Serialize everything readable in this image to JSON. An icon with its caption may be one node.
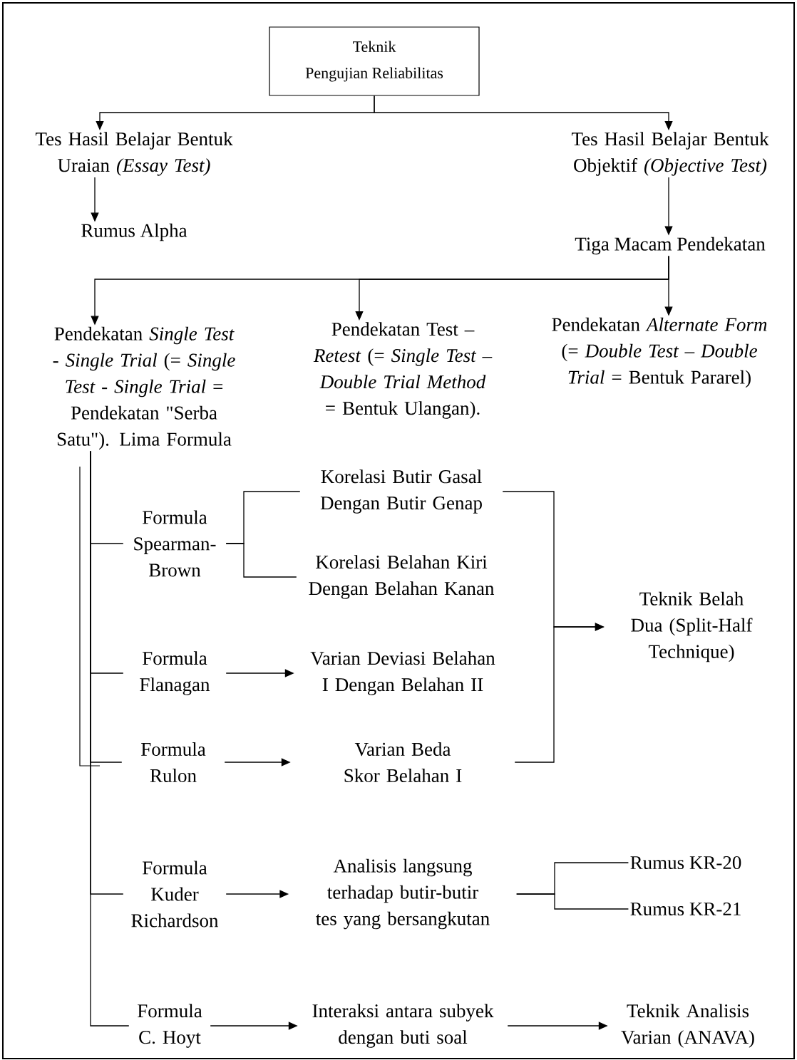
{
  "diagram": {
    "nodes": [
      {
        "text": [
          "Teknik",
          "Pengujian Reliabilitas"
        ]
      },
      {
        "text": [
          "Tes Hasil Belajar Bentuk Uraian *(Essay Test)*"
        ]
      },
      {
        "text": [
          "Tes Hasil Belajar Bentuk Objektif *(Objective Test)*"
        ]
      },
      {
        "text": [
          "Rumus Alpha"
        ]
      },
      {
        "text": [
          "Tiga Macam Pendekatan"
        ]
      },
      {
        "text": [
          "Pendekatan *Single Test - Single Trial* (= *Single Test - Single Trial* = Pendekatan \"Serba Satu\"). Lima Formula"
        ]
      },
      {
        "text": [
          "Pendekatan Test – *Retest* (= *Single Test – Double Trial Method* = Bentuk Ulangan)."
        ]
      },
      {
        "text": [
          "Pendekatan *Alternate Form* (= *Double Test – Double Trial* = Bentuk Pararel)"
        ]
      },
      {
        "text": [
          "Formula Spearman-Brown"
        ]
      },
      {
        "text": [
          "Korelasi Butir Gasal Dengan Butir Genap"
        ]
      },
      {
        "text": [
          "Korelasi Belahan Kiri Dengan Belahan Kanan"
        ]
      },
      {
        "text": [
          "Formula Flanagan"
        ]
      },
      {
        "text": [
          "Varian Deviasi Belahan I Dengan Belahan II"
        ]
      },
      {
        "text": [
          "Formula Rulon"
        ]
      },
      {
        "text": [
          "Varian Beda Skor Belahan I"
        ]
      },
      {
        "text": [
          "Teknik Belah Dua (Split-Half Technique)"
        ]
      },
      {
        "text": [
          "Formula Kuder Richardson"
        ]
      },
      {
        "text": [
          "Analisis langsung terhadap butir-butir tes yang bersangkutan"
        ]
      },
      {
        "text": [
          "Rumus KR-20"
        ]
      },
      {
        "text": [
          "Rumus KR-21"
        ]
      },
      {
        "text": [
          "Formula C. Hoyt"
        ]
      },
      {
        "text": [
          "Interaksi antara subyek dengan buti soal"
        ]
      },
      {
        "text": [
          "Teknik Analisis Varian (ANAVA)"
        ]
      }
    ],
    "edges": [
      {
        "from": 0,
        "to": 1,
        "arrow": "to"
      },
      {
        "from": 0,
        "to": 2,
        "arrow": "to"
      },
      {
        "from": 1,
        "to": 3,
        "arrow": "to"
      },
      {
        "from": 2,
        "to": 4,
        "arrow": "to"
      },
      {
        "from": 4,
        "to": 5,
        "arrow": "to"
      },
      {
        "from": 4,
        "to": 6,
        "arrow": "to"
      },
      {
        "from": 4,
        "to": 7,
        "arrow": "to"
      },
      {
        "from": 5,
        "to": 8,
        "arrow": "none"
      },
      {
        "from": 5,
        "to": 11,
        "arrow": "none"
      },
      {
        "from": 5,
        "to": 13,
        "arrow": "none"
      },
      {
        "from": 5,
        "to": 16,
        "arrow": "none"
      },
      {
        "from": 5,
        "to": 20,
        "arrow": "none"
      },
      {
        "from": 8,
        "to": 9,
        "arrow": "none"
      },
      {
        "from": 8,
        "to": 10,
        "arrow": "none"
      },
      {
        "from": 11,
        "to": 12,
        "arrow": "to"
      },
      {
        "from": 13,
        "to": 14,
        "arrow": "to"
      },
      {
        "from": 9,
        "to": 15,
        "arrow": "to"
      },
      {
        "from": 14,
        "to": 15,
        "arrow": "to"
      },
      {
        "from": 16,
        "to": 17,
        "arrow": "to"
      },
      {
        "from": 17,
        "to": 18,
        "arrow": "none"
      },
      {
        "from": 17,
        "to": 19,
        "arrow": "none"
      },
      {
        "from": 20,
        "to": 21,
        "arrow": "to"
      },
      {
        "from": 21,
        "to": 22,
        "arrow": "to"
      }
    ]
  }
}
